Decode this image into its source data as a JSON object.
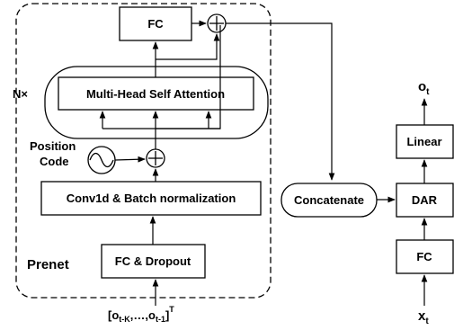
{
  "prenet": {
    "repeat_label": "N×",
    "fc_top": "FC",
    "attention": "Multi-Head Self Attention",
    "position_code_line1": "Position",
    "position_code_line2": "Code",
    "conv": "Conv1d & Batch normalization",
    "fc_dropout": "FC & Dropout",
    "section_label": "Prenet",
    "input_label": "[o",
    "input_sub1": "t-K",
    "input_mid": ",…,o",
    "input_sub2": "t-1",
    "input_close": "]",
    "input_sup": "T"
  },
  "main": {
    "concatenate": "Concatenate",
    "dar": "DAR",
    "linear": "Linear",
    "fc": "FC",
    "output_main": "o",
    "output_sub": "t",
    "input_main": "x",
    "input_sub": "t"
  }
}
